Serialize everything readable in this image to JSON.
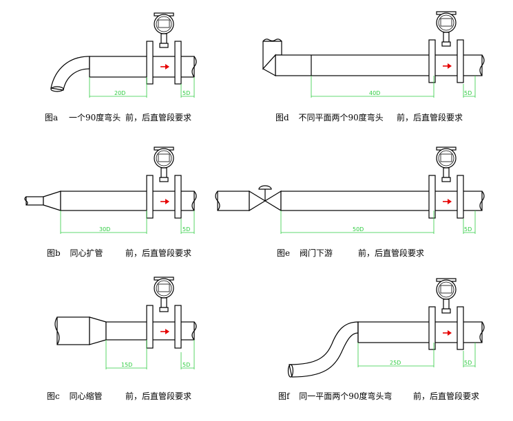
{
  "panels": [
    {
      "id": "a",
      "caption_label": "图a",
      "caption_desc": "一个90度弯头",
      "caption_suffix": "前，后直管段要求",
      "upstream_label": "20D",
      "downstream_label": "5D"
    },
    {
      "id": "b",
      "caption_label": "图b",
      "caption_desc": "同心扩管",
      "caption_suffix": "前，后直管段要求",
      "upstream_label": "30D",
      "downstream_label": "5D"
    },
    {
      "id": "c",
      "caption_label": "图c",
      "caption_desc": "同心缩管",
      "caption_suffix": "前，后直管段要求",
      "upstream_label": "15D",
      "downstream_label": "5D"
    },
    {
      "id": "d",
      "caption_label": "图d",
      "caption_desc": "不同平面两个90度弯头",
      "caption_suffix": "前，后直管段要求",
      "upstream_label": "40D",
      "downstream_label": "5D"
    },
    {
      "id": "e",
      "caption_label": "图e",
      "caption_desc": "阀门下游",
      "caption_suffix": "前，后直管段要求",
      "upstream_label": "50D",
      "downstream_label": "5D"
    },
    {
      "id": "f",
      "caption_label": "图f",
      "caption_desc": "同一平面两个90度弯头弯",
      "caption_suffix": "前，后直管段要求",
      "upstream_label": "25D",
      "downstream_label": "5D"
    }
  ],
  "colors": {
    "dimension": "#2ecc40",
    "flow_arrow": "#e60000",
    "line": "#000000"
  }
}
